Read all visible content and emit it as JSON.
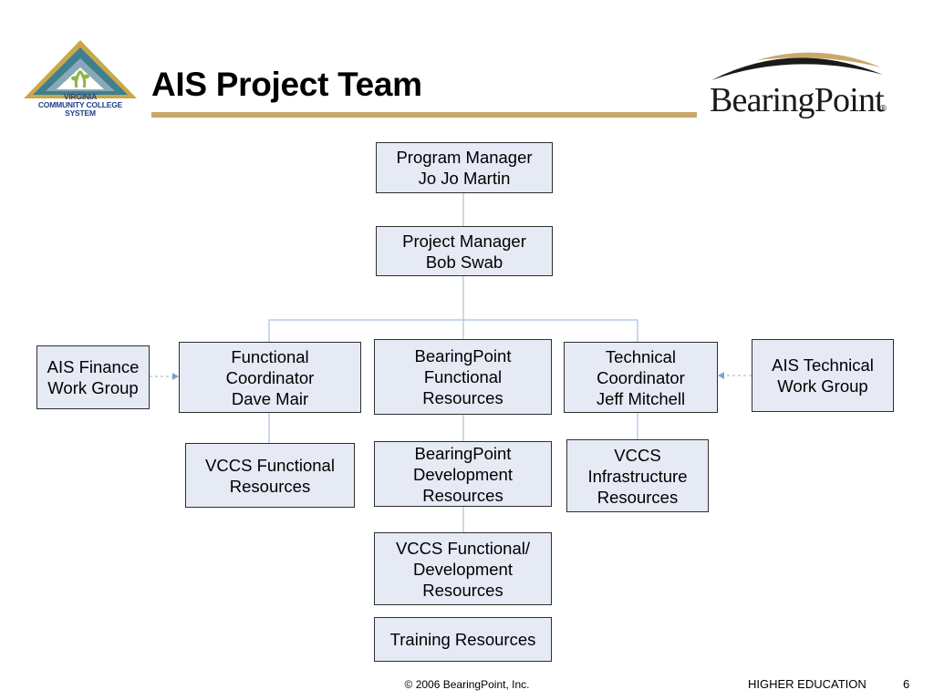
{
  "slide": {
    "title": "AIS Project Team",
    "footer_copyright": "© 2006 BearingPoint, Inc.",
    "footer_section": "HIGHER EDUCATION",
    "page_number": "6"
  },
  "logos": {
    "left": {
      "lines": [
        "VIRGINIA",
        "COMMUNITY COLLEGE",
        "SYSTEM"
      ]
    },
    "right": {
      "wordmark": "BearingPoint",
      "reg_mark": "®"
    }
  },
  "colors": {
    "box_fill": "#e6eaf5",
    "box_border": "#2f2f2f",
    "connector": "#a9bfdc",
    "title_rule": "#c9a86a",
    "vccs_logo_blue": "#1f3f8a",
    "vccs_logo_gold": "#c9a84a",
    "vccs_logo_teal": "#3f7f8f",
    "vccs_logo_green": "#8db53f"
  },
  "org_chart": {
    "program_manager": [
      "Program Manager",
      "Jo Jo Martin"
    ],
    "project_manager": [
      "Project Manager",
      "Bob Swab"
    ],
    "functional_coordinator": [
      "Functional",
      "Coordinator",
      "Dave Mair"
    ],
    "bp_functional_resources": [
      "BearingPoint",
      "Functional",
      "Resources"
    ],
    "technical_coordinator": [
      "Technical",
      "Coordinator",
      "Jeff Mitchell"
    ],
    "ais_finance_work_group": [
      "AIS Finance",
      "Work Group"
    ],
    "ais_technical_work_group": [
      "AIS Technical",
      "Work Group"
    ],
    "vccs_functional_resources": [
      "VCCS Functional",
      "Resources"
    ],
    "bp_development_resources": [
      "BearingPoint",
      "Development",
      "Resources"
    ],
    "vccs_infrastructure_resources": [
      "VCCS",
      "Infrastructure",
      "Resources"
    ],
    "vccs_functional_development_resources": [
      "VCCS Functional/",
      "Development",
      "Resources"
    ],
    "training_resources": [
      "Training Resources"
    ]
  }
}
